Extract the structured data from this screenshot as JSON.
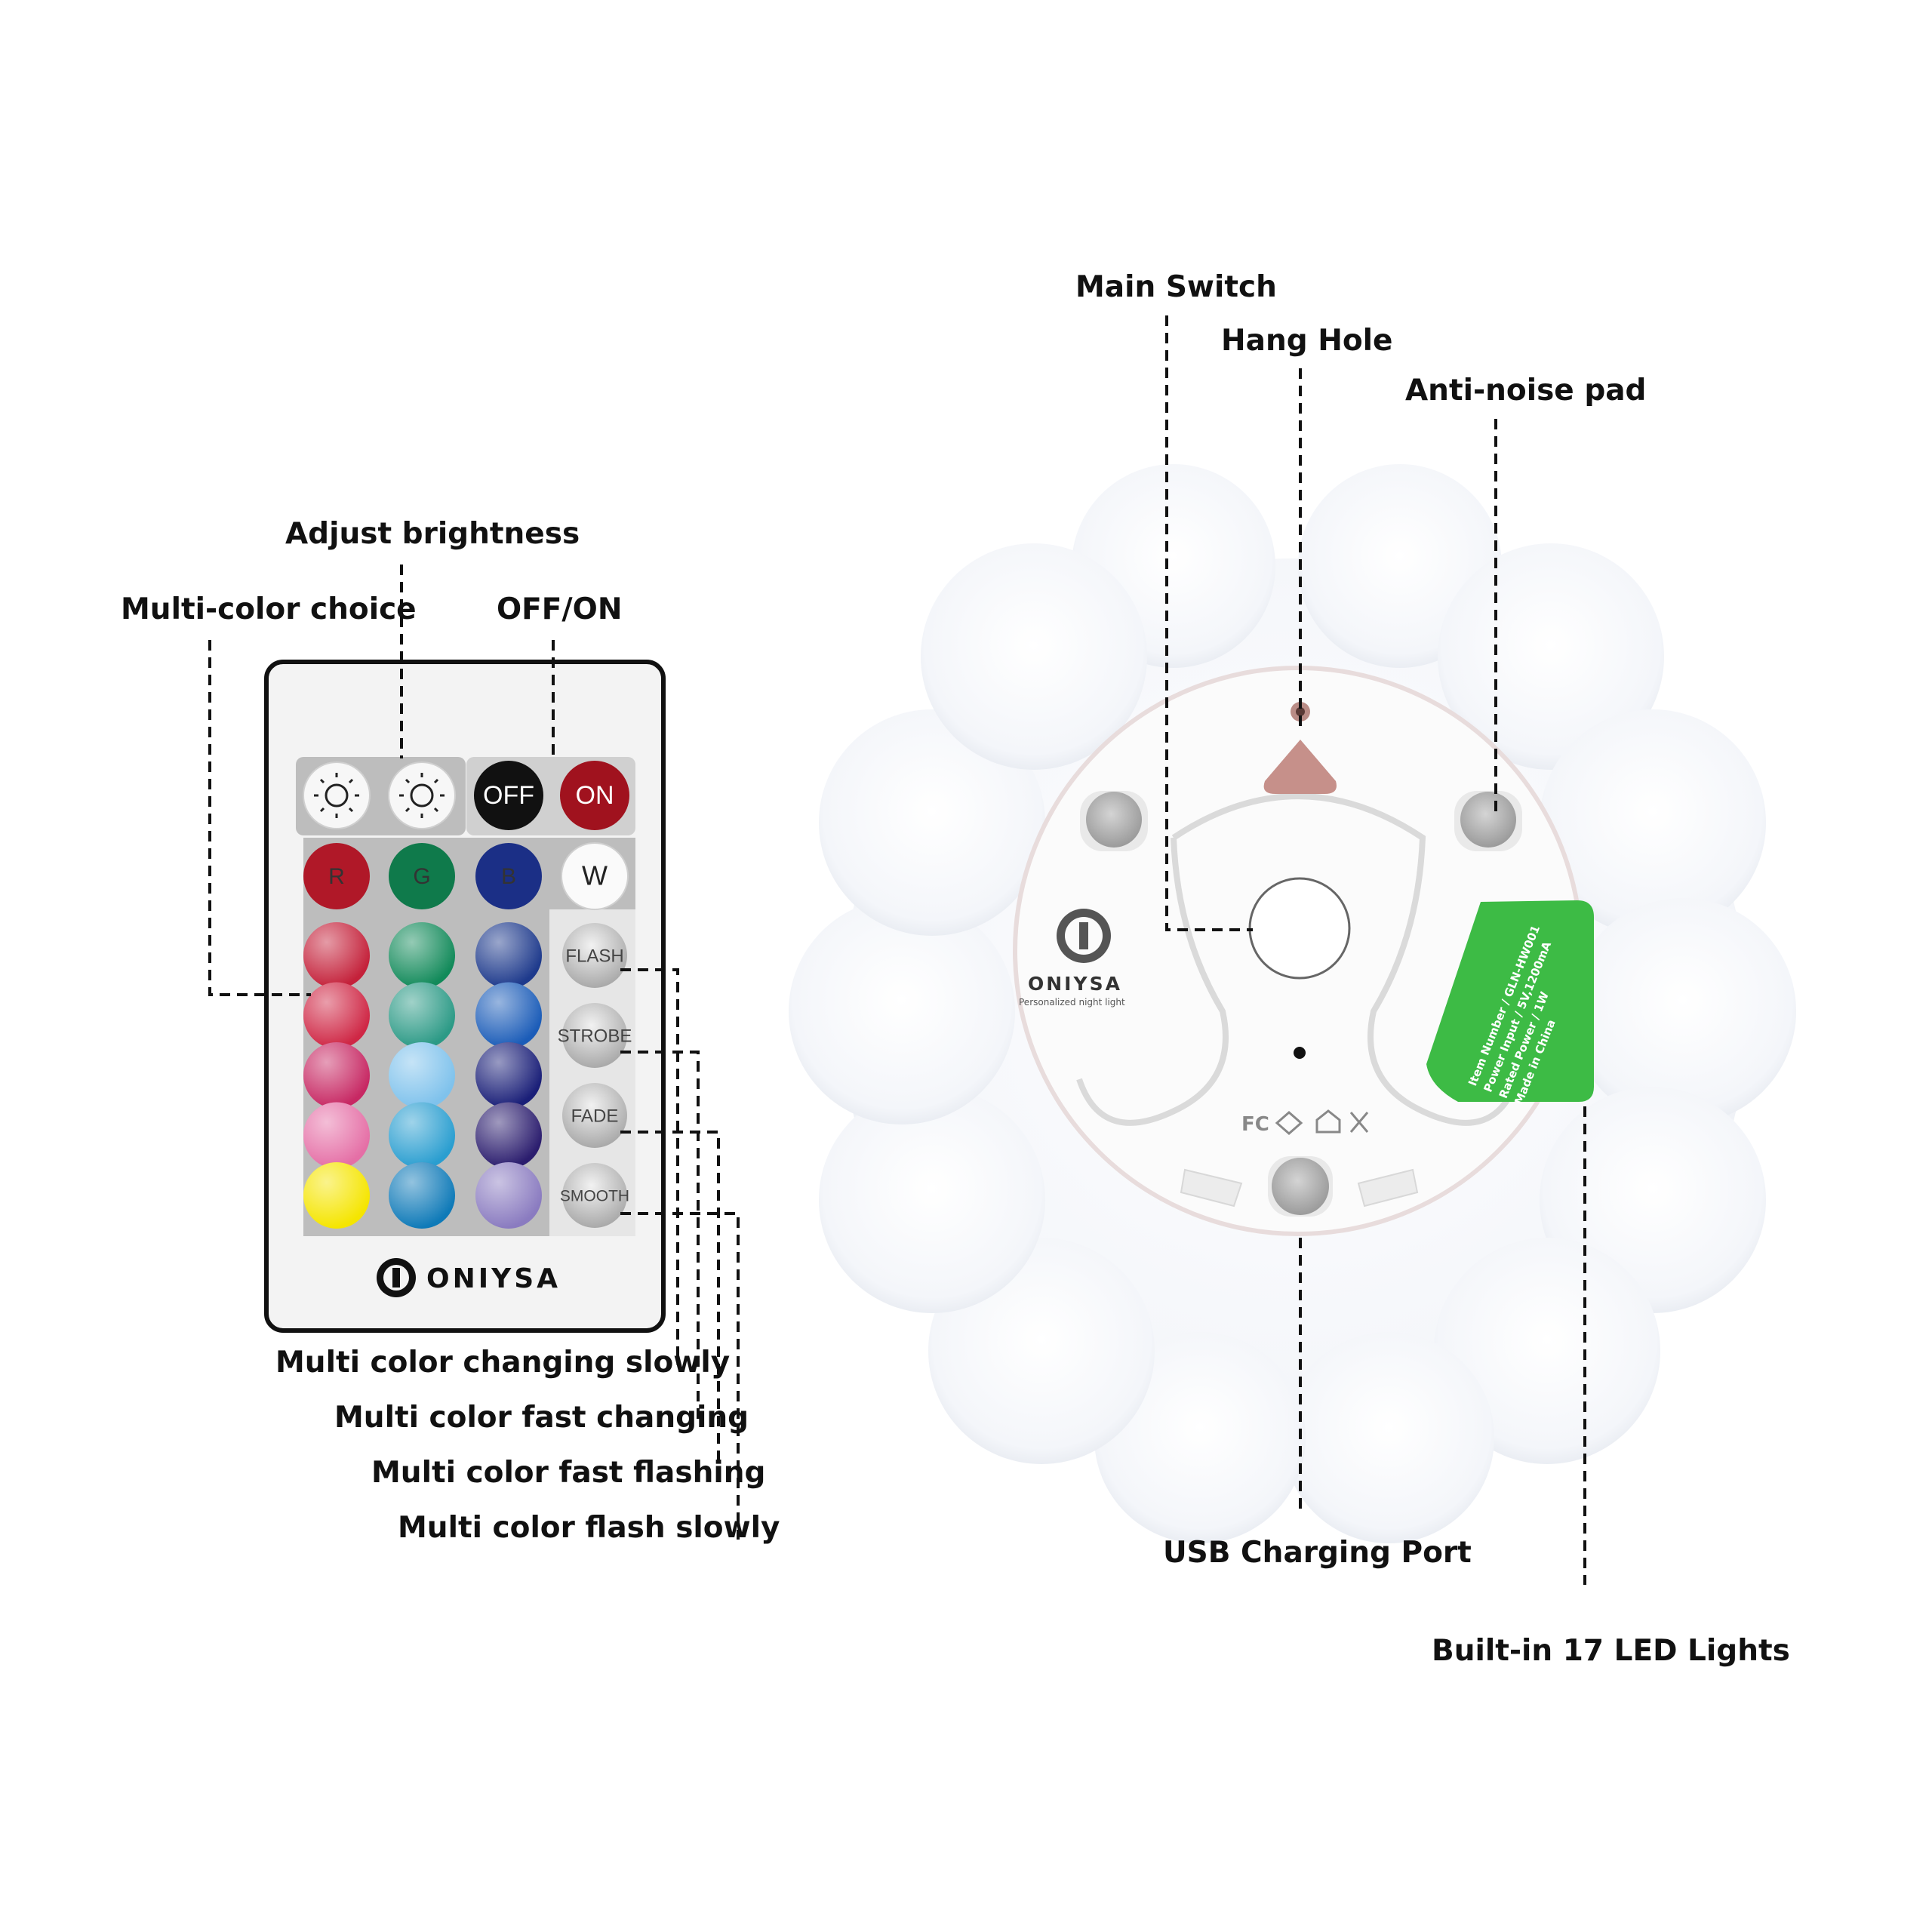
{
  "labels": {
    "adjust_brightness": "Adjust brightness",
    "multi_color_choice": "Multi-color choice",
    "off_on": "OFF/ON",
    "changing_slowly": "Multi color changing slowly",
    "fast_changing": "Multi color fast changing",
    "fast_flashing": "Multi color fast flashing",
    "flash_slowly": "Multi color flash slowly",
    "main_switch": "Main Switch",
    "hang_hole": "Hang Hole",
    "anti_noise_pad": "Anti-noise pad",
    "usb_port": "USB Charging Port",
    "led_lights": "Built-in 17 LED Lights"
  },
  "remote": {
    "off_label": "OFF",
    "on_label": "ON",
    "r_label": "R",
    "g_label": "G",
    "b_label": "B",
    "w_label": "W",
    "flash_label": "FLASH",
    "strobe_label": "STROBE",
    "fade_label": "FADE",
    "smooth_label": "SMOOTH",
    "brand": "ONIYSA",
    "color_buttons": [
      "#c4213a",
      "#128a5a",
      "#1e3a8c",
      "#cf2745",
      "#2c9a86",
      "#1b5cb8",
      "#c72863",
      "#7fc2ec",
      "#1a1f78",
      "#e56fa6",
      "#2a9ed0",
      "#2b1d6e",
      "#f5e500",
      "#0f7ab8",
      "#8a7bc0"
    ]
  },
  "lamp": {
    "brand": "ONIYSA",
    "tagline": "Personalized night light",
    "spec_lines": [
      "Item Number / GLN-HW001",
      "Power Input / 5V,1200mA",
      "Rated Power / 1W",
      "Made in China"
    ],
    "sticker_color": "#3dbb45"
  }
}
